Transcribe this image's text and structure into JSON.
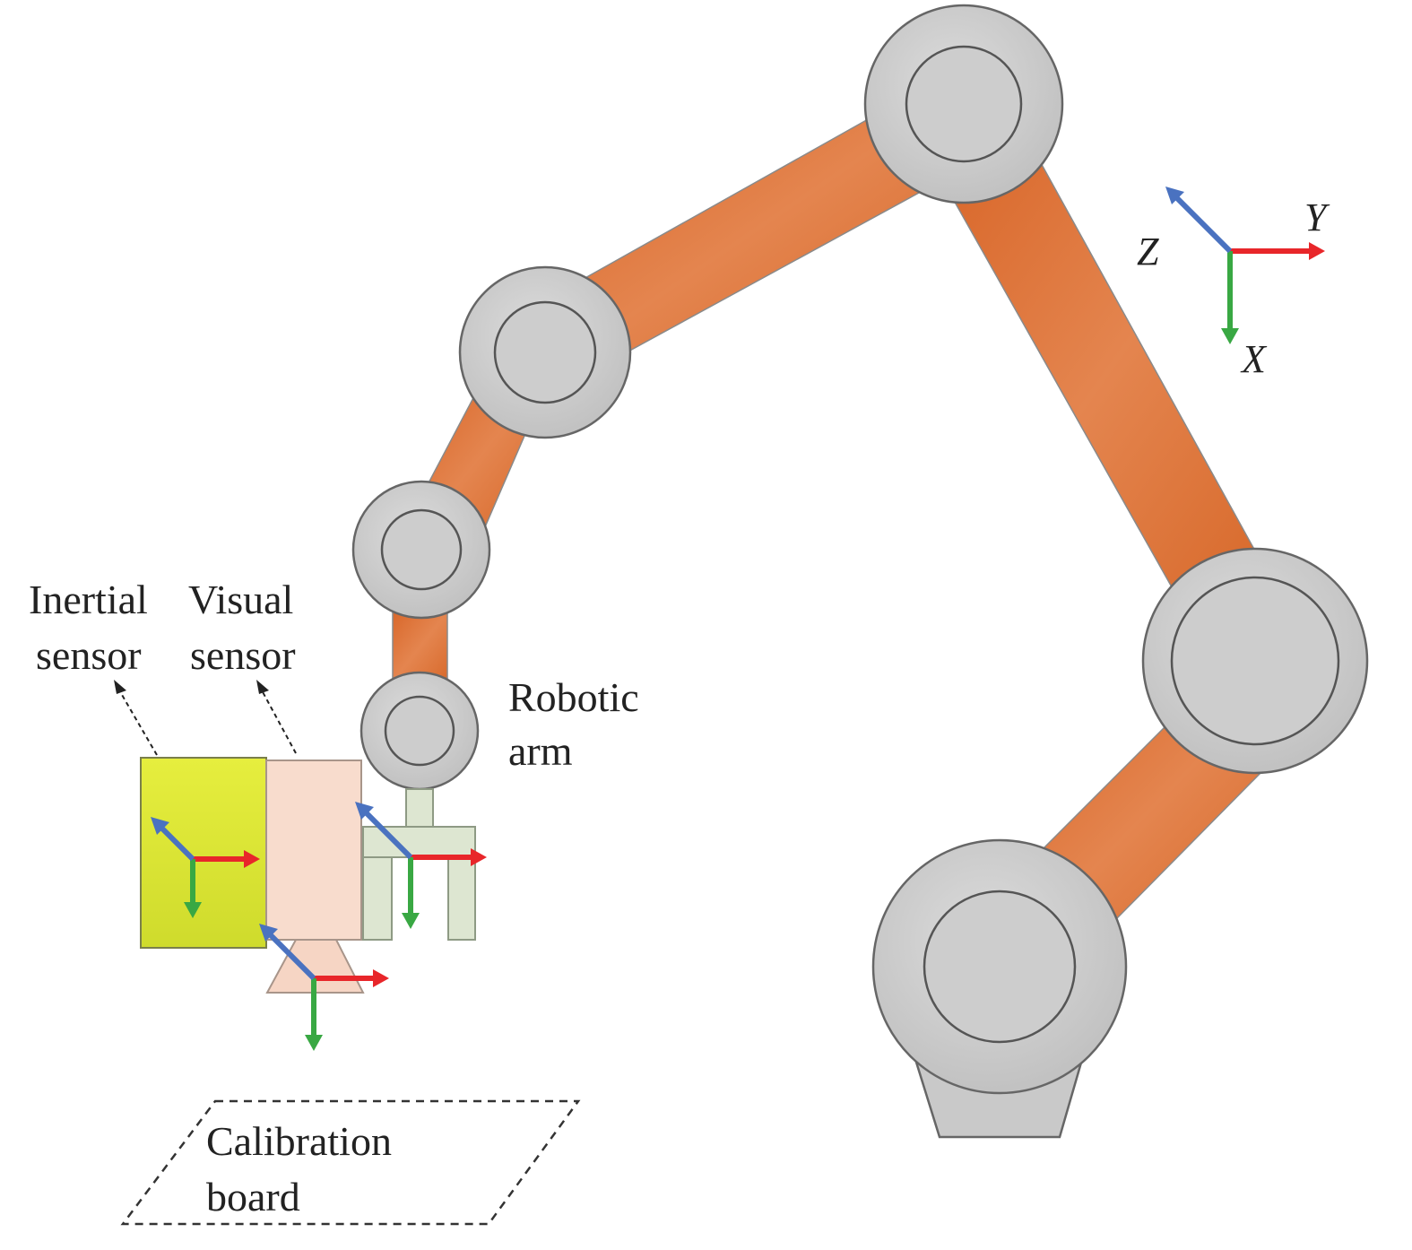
{
  "labels": {
    "inertial_sensor": [
      "Inertial",
      "sensor"
    ],
    "visual_sensor": [
      "Visual",
      "sensor"
    ],
    "robotic_arm": [
      "Robotic",
      "arm"
    ],
    "calibration_board": [
      "Calibration",
      "board"
    ]
  },
  "axes": {
    "x": "X",
    "y": "Y",
    "z": "Z"
  },
  "colors": {
    "link": "#e07a3e",
    "joint": "#cfcfcf",
    "inertial_sensor": "#e3ec3c",
    "visual_sensor": "#f8dccd",
    "gripper": "#dde6d1",
    "axis_x": "#39a843",
    "axis_y": "#e8262a",
    "axis_z": "#4a72c0"
  }
}
